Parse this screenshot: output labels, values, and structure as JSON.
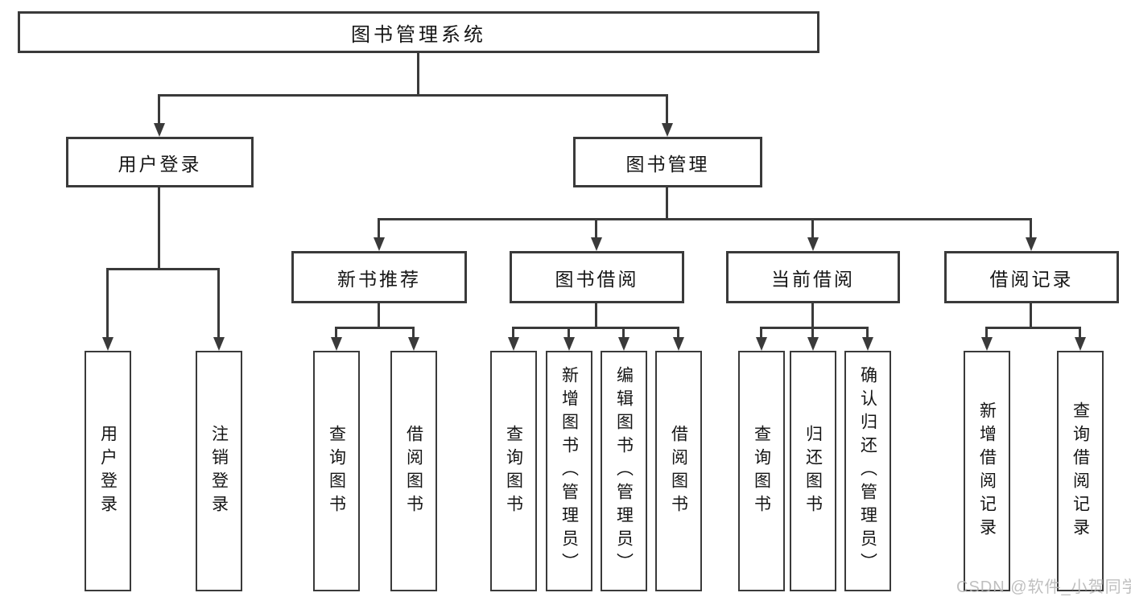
{
  "colors": {
    "line": "#3a3a3a",
    "text": "#151515",
    "watermark": "#b5b5b5",
    "background": "#ffffff"
  },
  "watermark": {
    "text": "CSDN @软件_小贺同学"
  },
  "tree": {
    "label": "图书管理系统",
    "children": [
      {
        "label": "用户登录",
        "children": [
          {
            "label": "用户登录"
          },
          {
            "label": "注销登录"
          }
        ]
      },
      {
        "label": "图书管理",
        "children": [
          {
            "label": "新书推荐",
            "children": [
              {
                "label": "查询图书"
              },
              {
                "label": "借阅图书"
              }
            ]
          },
          {
            "label": "图书借阅",
            "children": [
              {
                "label": "查询图书"
              },
              {
                "label": "新增图书（管理员）"
              },
              {
                "label": "编辑图书（管理员）"
              },
              {
                "label": "借阅图书"
              }
            ]
          },
          {
            "label": "当前借阅",
            "children": [
              {
                "label": "查询图书"
              },
              {
                "label": "归还图书"
              },
              {
                "label": "确认归还（管理员）"
              }
            ]
          },
          {
            "label": "借阅记录",
            "children": [
              {
                "label": "新增借阅记录"
              },
              {
                "label": "查询借阅记录"
              }
            ]
          }
        ]
      }
    ]
  }
}
